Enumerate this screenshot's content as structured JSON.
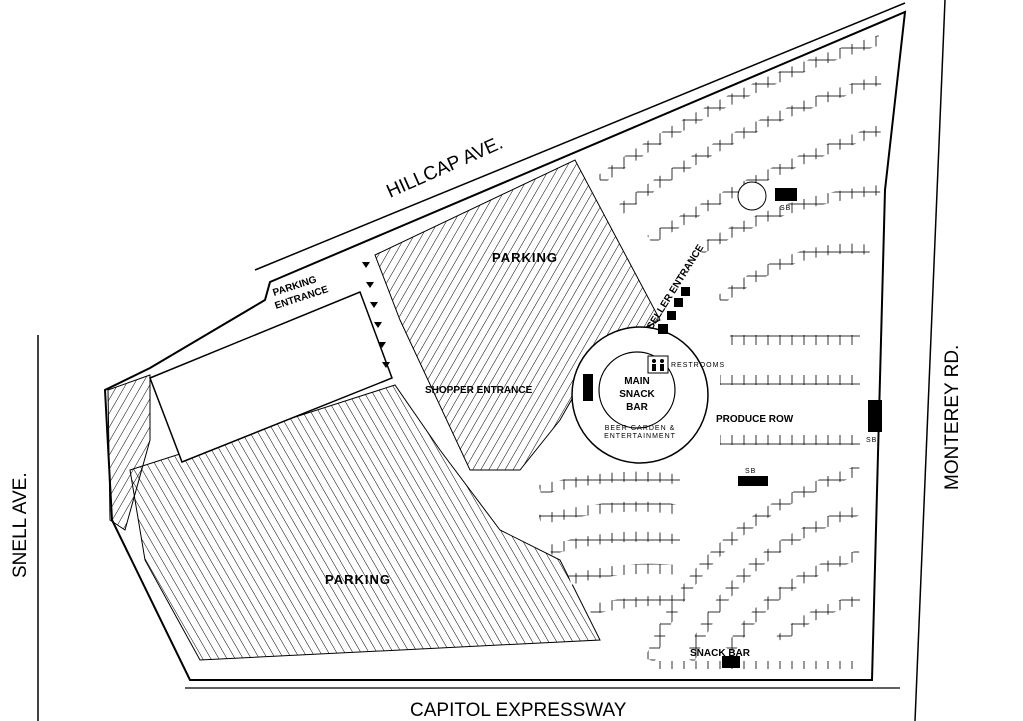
{
  "roads": {
    "north": "HILLCAP AVE.",
    "east": "MONTEREY RD.",
    "west": "SNELL AVE.",
    "south": "CAPITOL EXPRESSWAY"
  },
  "areas": {
    "parking_north": "PARKING",
    "parking_south": "PARKING",
    "parking_entrance_line1": "PARKING",
    "parking_entrance_line2": "ENTRANCE",
    "shopper_entrance": "SHOPPER ENTRANCE",
    "seller_entrance": "SELLER ENTRANCE",
    "restrooms": "RESTROOMS",
    "main_snack_bar_line1": "MAIN",
    "main_snack_bar_line2": "SNACK",
    "main_snack_bar_line3": "BAR",
    "beer_garden_line1": "BEER GARDEN &",
    "beer_garden_line2": "ENTERTAINMENT",
    "produce_row": "PRODUCE ROW",
    "snack_bar_south": "SNACK BAR",
    "sb_labels": [
      "SB",
      "SB",
      "SB"
    ]
  }
}
